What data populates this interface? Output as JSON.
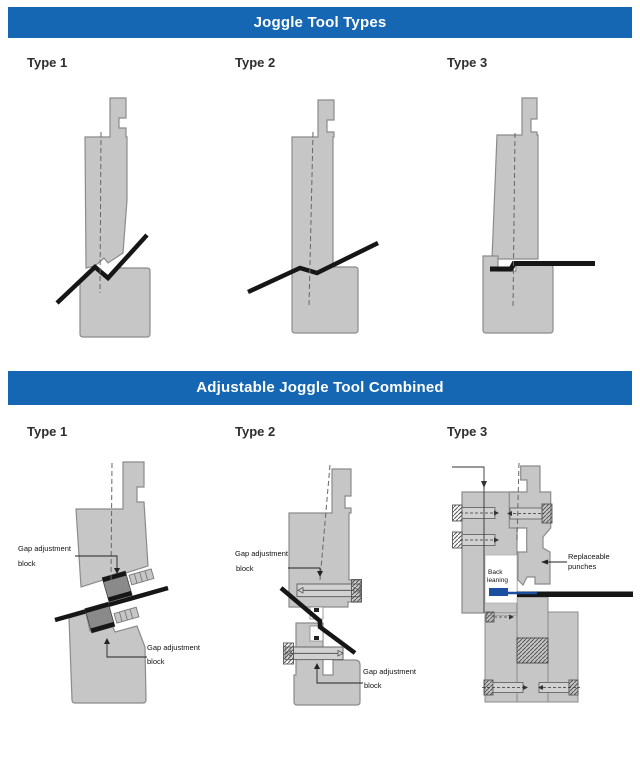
{
  "colors": {
    "header_bg": "#1667b3",
    "header_text": "#ffffff",
    "steel_gray": "#c5c6c5",
    "steel_stroke": "#8b8b8b",
    "dark_block": "#8a8a8a",
    "sheet_black": "#161616",
    "blue_accent": "#1d4f9f",
    "label_text": "#111111"
  },
  "sections": {
    "top": {
      "title": "Joggle Tool Types",
      "types": [
        "Type 1",
        "Type 2",
        "Type 3"
      ]
    },
    "bottom": {
      "title": "Adjustable Joggle Tool Combined",
      "types": [
        "Type 1",
        "Type 2",
        "Type 3"
      ],
      "labels": {
        "gap1": "Gap adjustment",
        "gap2": "block",
        "back1": "Back",
        "back2": "leaning",
        "repl1": "Replaceable",
        "repl2": "punches"
      }
    }
  }
}
